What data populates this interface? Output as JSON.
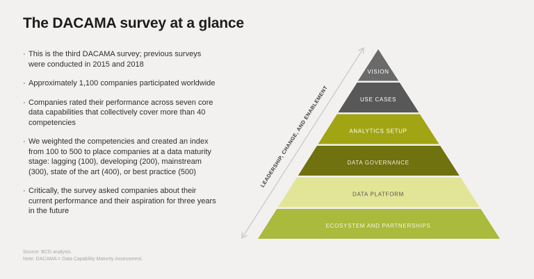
{
  "title": "The DACAMA survey at a glance",
  "bullet_char": "·",
  "bullets": [
    "This is the third DACAMA survey; previous surveys were conducted in 2015 and 2018",
    "Approximately 1,100 companies participated worldwide",
    "Companies rated their performance across seven core data capabilities that collectively cover more than 40 competencies",
    "We weighted the competencies and created an index from 100 to 500 to place companies at a data maturity stage: lagging (100), developing (200), mainstream (300), state of the art (400), or best practice (500)",
    "Critically, the survey asked companies about their current performance and their aspiration for three years in the future"
  ],
  "footer": {
    "source": "Source: BCG analysis.",
    "note": "Note: DACAMA = Data Capability Maturity Assessment."
  },
  "pyramid": {
    "axis_label": "LEADERSHIP, CHANGE, AND ENABLEMENT",
    "levels": [
      {
        "label": "VISION",
        "color": "#6a6a6a",
        "text_color": "#ffffff"
      },
      {
        "label": "USE CASES",
        "color": "#585858",
        "text_color": "#ffffff"
      },
      {
        "label": "ANALYTICS SETUP",
        "color": "#a1a513",
        "text_color": "#ffffff"
      },
      {
        "label": "DATA GOVERNANCE",
        "color": "#70710f",
        "text_color": "#efeeda"
      },
      {
        "label": "DATA PLATFORM",
        "color": "#e3e596",
        "text_color": "#55554a"
      },
      {
        "label": "ECOSYSTEM AND PARTNERSHIPS",
        "color": "#a9ba3c",
        "text_color": "#f4f5e3"
      }
    ]
  },
  "colors": {
    "background": "#f2f1ef",
    "title_text": "#1c1c1c",
    "body_text": "#2e2e2e",
    "footer_text": "#a9a7a4",
    "arrow": "#c7c6c4"
  }
}
